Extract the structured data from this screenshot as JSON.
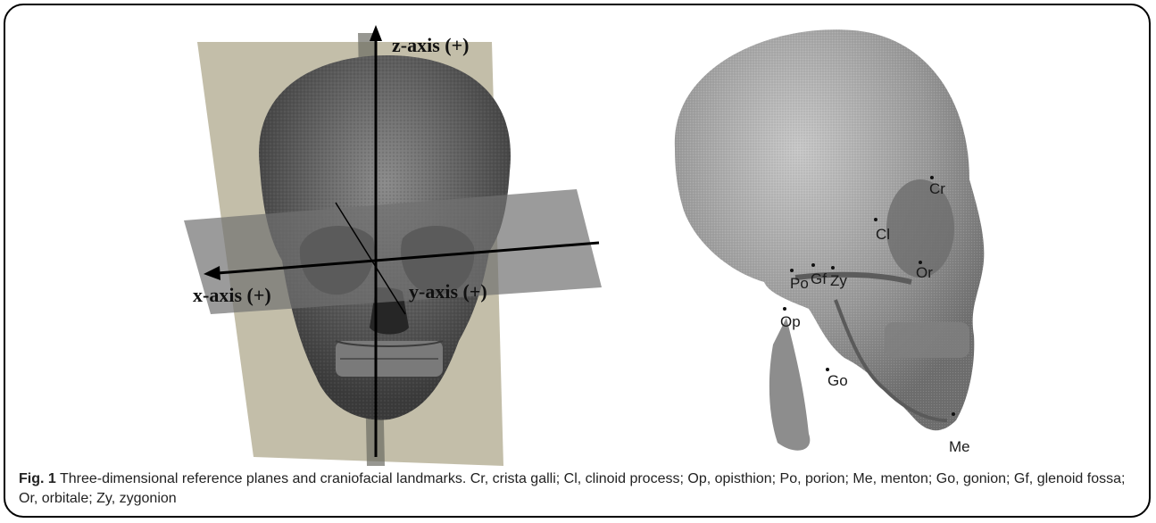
{
  "figure": {
    "left_panel": {
      "axis_labels": {
        "z": "z-axis (+)",
        "x": "x-axis (+)",
        "y": "y-axis (+)"
      }
    },
    "right_panel": {
      "landmarks": [
        {
          "label": "Cr"
        },
        {
          "label": "Cl"
        },
        {
          "label": "Or"
        },
        {
          "label": "Po"
        },
        {
          "label": "Gf"
        },
        {
          "label": "Zy"
        },
        {
          "label": "Op"
        },
        {
          "label": "Go"
        },
        {
          "label": "Me"
        }
      ]
    },
    "caption": {
      "figure_number": "Fig. 1",
      "text": " Three-dimensional reference planes and craniofacial landmarks. Cr, crista galli; Cl, clinoid process; Op, opisthion; Po, porion; Me, menton; Go, gonion; Gf, glenoid fossa; Or, orbitale; Zy, zygonion"
    },
    "colors": {
      "plane_fill": "#b9b39a",
      "plane_dark": "#6b6b63",
      "skull_frontal": "#5e5e5e",
      "skull_lateral": "#9a9a9a",
      "axis_line": "#000000"
    }
  }
}
